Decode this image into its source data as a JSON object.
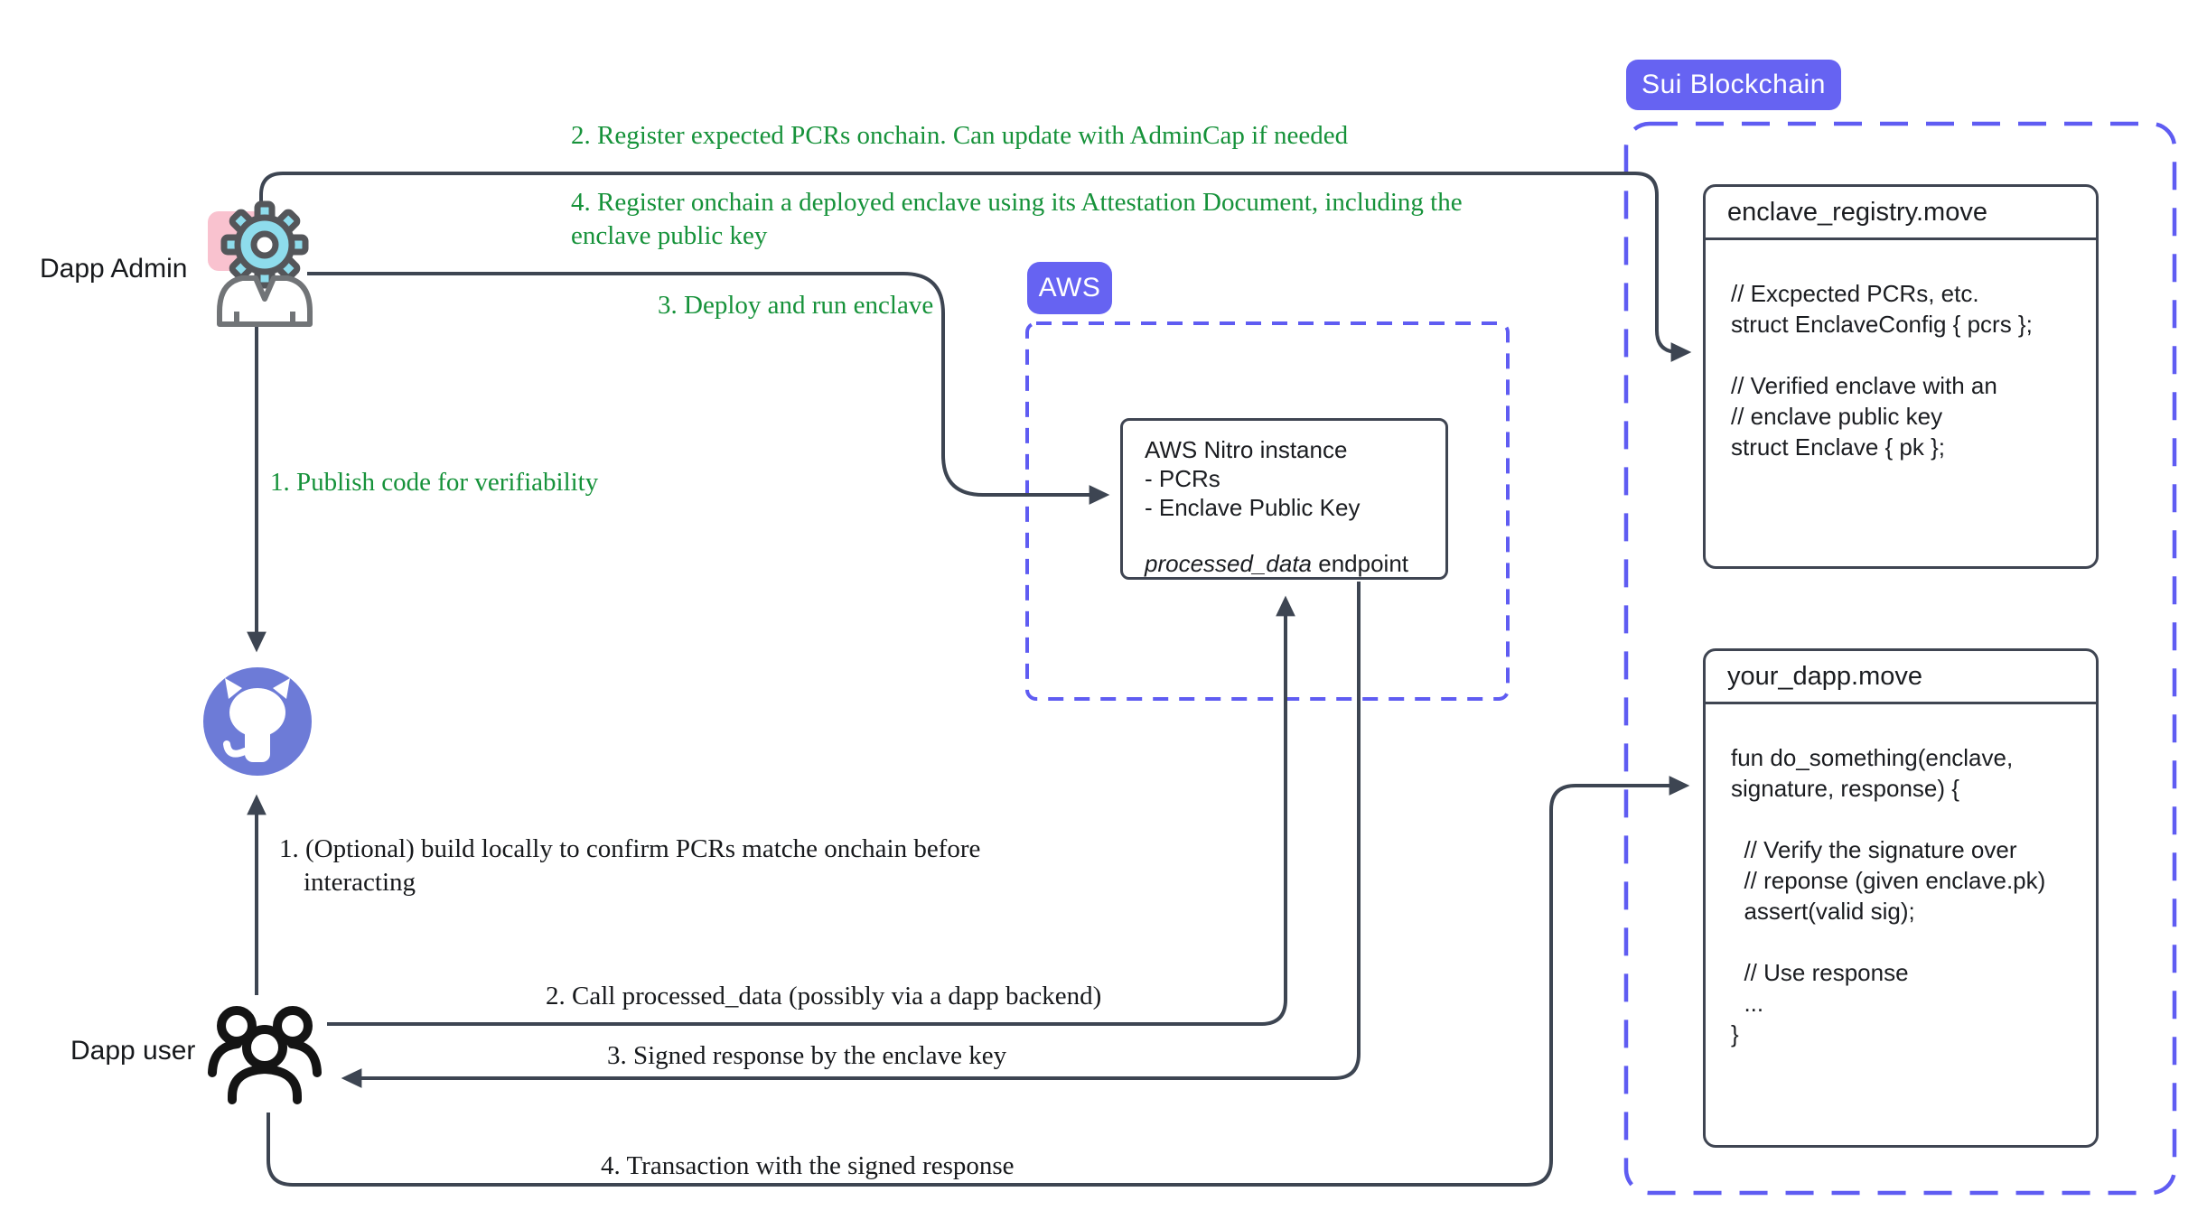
{
  "actors": {
    "admin_label": "Dapp Admin",
    "user_label": "Dapp user"
  },
  "steps": {
    "publish": "1. Publish code for verifiability",
    "register_pcrs": "2. Register expected PCRs onchain. Can update with AdminCap if needed",
    "register_enclave_line1": "4. Register onchain a deployed enclave using its Attestation Document, including the",
    "register_enclave_line2": "enclave public key",
    "deploy": "3. Deploy and run enclave",
    "build_local_line1": "1. (Optional) build locally to confirm PCRs matche onchain before",
    "build_local_line2": "interacting",
    "call_endpoint": "2. Call processed_data (possibly via a dapp backend)",
    "signed_response": "3. Signed response by the enclave key",
    "transaction": "4. Transaction with the signed response"
  },
  "aws": {
    "badge": "AWS",
    "nitro": {
      "lines": [
        "AWS Nitro instance",
        "- PCRs",
        "- Enclave Public Key"
      ],
      "endpoint_italic": "processed_data",
      "endpoint_rest": " endpoint"
    }
  },
  "sui": {
    "badge": "Sui Blockchain",
    "registry": {
      "title": "enclave_registry.move",
      "lines": [
        "// Excpected PCRs, etc.",
        "struct EnclaveConfig { pcrs };",
        "",
        "// Verified enclave with an",
        "// enclave public key",
        "struct Enclave { pk };"
      ]
    },
    "dapp": {
      "title": "your_dapp.move",
      "lines": [
        "fun do_something(enclave,",
        "signature, response) {",
        "",
        "  // Verify the signature over",
        "  // reponse (given enclave.pk)",
        "  assert(valid sig);",
        "",
        "  // Use response",
        "  ...",
        "}"
      ]
    }
  },
  "icons": {
    "gear": "gear-icon",
    "admin_person": "admin-person-icon",
    "github": "github-octocat-icon",
    "users": "users-group-icon"
  },
  "colors": {
    "connector": "#3d4552",
    "badge_purple": "#6663f2",
    "dashed_purple": "#5f5cf2",
    "github_purple": "#6d7bd7",
    "gear_cyan": "#8edcec",
    "sticker_pink": "#f9c2cf",
    "step_green": "#16923a",
    "text_dark": "#17191c"
  }
}
